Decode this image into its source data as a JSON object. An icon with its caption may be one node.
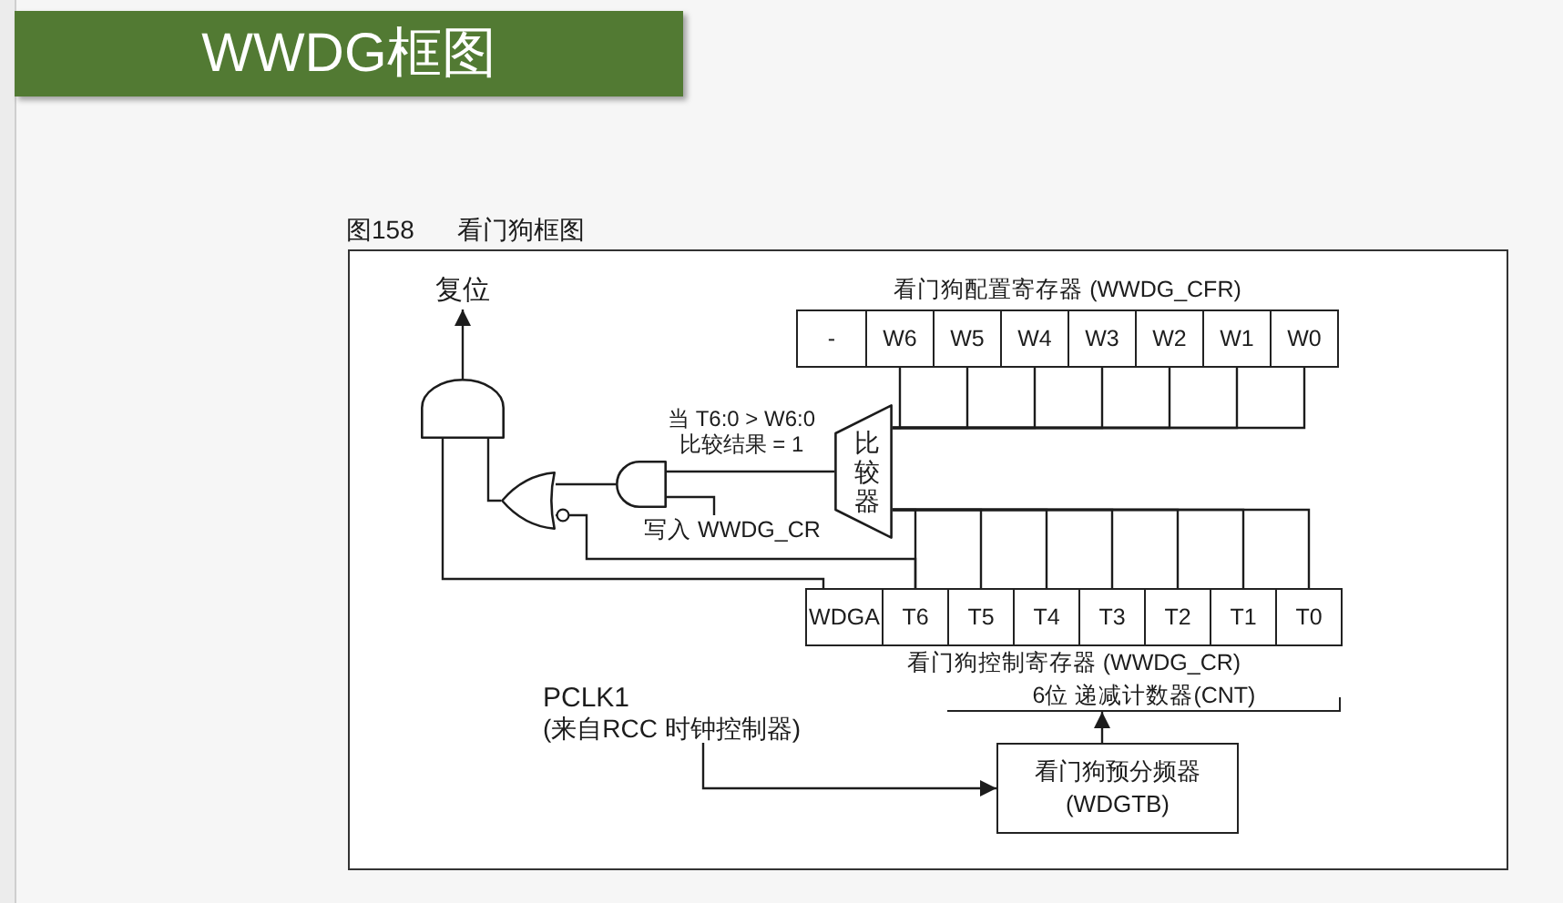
{
  "diagram": {
    "title": "WWDG框图",
    "caption": "图158 看门狗框图",
    "nodes": [
      {
        "text": [
          "复位"
        ]
      },
      {
        "text": [
          "看门狗配置寄存器 (WWDG_CFR)"
        ]
      },
      {
        "text": [
          "-"
        ],
        "in": 1
      },
      {
        "text": [
          "W6"
        ],
        "in": 1
      },
      {
        "text": [
          "W5"
        ],
        "in": 1
      },
      {
        "text": [
          "W4"
        ],
        "in": 1
      },
      {
        "text": [
          "W3"
        ],
        "in": 1
      },
      {
        "text": [
          "W2"
        ],
        "in": 1
      },
      {
        "text": [
          "W1"
        ],
        "in": 1
      },
      {
        "text": [
          "W0"
        ],
        "in": 1
      },
      {
        "text": [],
        "shape": "gate"
      },
      {
        "text": [
          "比较器"
        ]
      },
      {
        "text": [],
        "shape": "gate"
      },
      {
        "text": [],
        "shape": "gate"
      },
      {
        "text": [
          "写入 WWDG_CR"
        ]
      },
      {
        "text": [
          "看门狗控制寄存器 (WWDG_CR)"
        ]
      },
      {
        "text": [
          "WDGA"
        ],
        "in": 15
      },
      {
        "text": [
          "T6"
        ],
        "in": 15
      },
      {
        "text": [
          "T5"
        ],
        "in": 15
      },
      {
        "text": [
          "T4"
        ],
        "in": 15
      },
      {
        "text": [
          "T3"
        ],
        "in": 15
      },
      {
        "text": [
          "T2"
        ],
        "in": 15
      },
      {
        "text": [
          "T1"
        ],
        "in": 15
      },
      {
        "text": [
          "T0"
        ],
        "in": 15
      },
      {
        "text": [
          "6位 递减计数器(CNT)"
        ]
      },
      {
        "text": [
          "PCLK1",
          "(来自RCC 时钟控制器)"
        ]
      },
      {
        "text": [
          "看门狗预分频器 (WDGTB)"
        ]
      }
    ],
    "edges": [
      {
        "from": 10,
        "to": 0,
        "arrow": "to"
      },
      {
        "from": 12,
        "to": 10,
        "arrow": "none"
      },
      {
        "from": 16,
        "to": 10,
        "arrow": "none"
      },
      {
        "from": 13,
        "to": 12,
        "arrow": "none"
      },
      {
        "from": 17,
        "to": 12,
        "arrow": "other"
      },
      {
        "from": 11,
        "to": 13,
        "arrow": "none",
        "label": "当 T6:0 > W6:0 比较结果 = 1"
      },
      {
        "from": 14,
        "to": 13,
        "arrow": "none"
      },
      {
        "from": 3,
        "to": 11,
        "arrow": "none"
      },
      {
        "from": 4,
        "to": 11,
        "arrow": "none"
      },
      {
        "from": 5,
        "to": 11,
        "arrow": "none"
      },
      {
        "from": 6,
        "to": 11,
        "arrow": "none"
      },
      {
        "from": 7,
        "to": 11,
        "arrow": "none"
      },
      {
        "from": 8,
        "to": 11,
        "arrow": "none"
      },
      {
        "from": 9,
        "to": 11,
        "arrow": "none"
      },
      {
        "from": 17,
        "to": 11,
        "arrow": "none"
      },
      {
        "from": 18,
        "to": 11,
        "arrow": "none"
      },
      {
        "from": 19,
        "to": 11,
        "arrow": "none"
      },
      {
        "from": 20,
        "to": 11,
        "arrow": "none"
      },
      {
        "from": 21,
        "to": 11,
        "arrow": "none"
      },
      {
        "from": 22,
        "to": 11,
        "arrow": "none"
      },
      {
        "from": 23,
        "to": 11,
        "arrow": "none"
      },
      {
        "from": 25,
        "to": 26,
        "arrow": "to"
      },
      {
        "from": 26,
        "to": 24,
        "arrow": "to"
      }
    ]
  }
}
